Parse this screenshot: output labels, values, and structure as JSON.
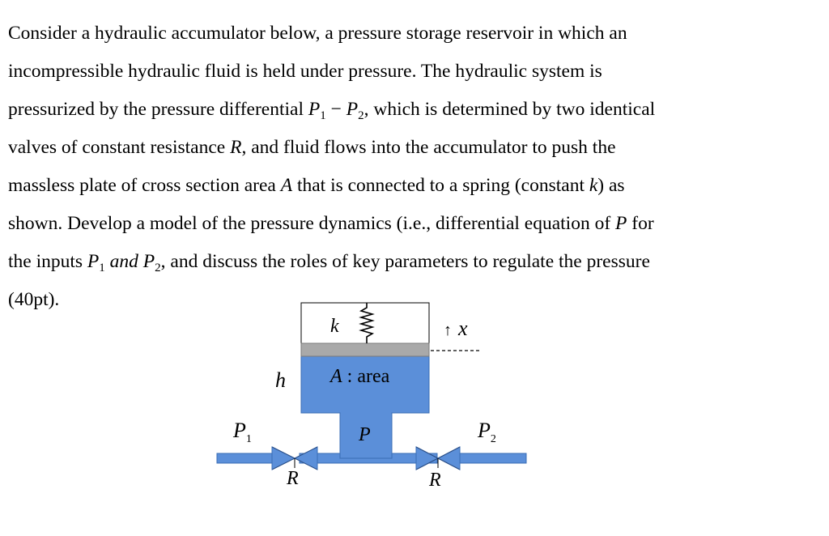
{
  "problem": {
    "lines": [
      {
        "parts": [
          {
            "t": "Consider a hydraulic accumulator below, a pressure storage reservoir in which an"
          }
        ]
      },
      {
        "parts": [
          {
            "t": "incompressible hydraulic fluid is held under pressure. The hydraulic system is"
          }
        ]
      },
      {
        "parts": [
          {
            "t": "pressurized by the pressure differential "
          },
          {
            "t": "P",
            "i": true
          },
          {
            "t": "1",
            "sub": true
          },
          {
            "t": " − "
          },
          {
            "t": "P",
            "i": true
          },
          {
            "t": "2",
            "sub": true
          },
          {
            "t": ", which is determined by two identical"
          }
        ]
      },
      {
        "parts": [
          {
            "t": "valves of constant resistance "
          },
          {
            "t": "R",
            "i": true
          },
          {
            "t": ", and fluid flows into the accumulator to push the"
          }
        ]
      },
      {
        "parts": [
          {
            "t": "massless plate of cross section area "
          },
          {
            "t": "A",
            "i": true
          },
          {
            "t": " that is connected to a spring (constant "
          },
          {
            "t": "k",
            "i": true
          },
          {
            "t": ") as"
          }
        ]
      },
      {
        "parts": [
          {
            "t": "shown. Develop a model of the pressure dynamics (i.e., differential equation of "
          },
          {
            "t": "P",
            "i": true
          },
          {
            "t": " for"
          }
        ]
      },
      {
        "parts": [
          {
            "t": "the inputs "
          },
          {
            "t": "P",
            "i": true
          },
          {
            "t": "1",
            "sub": true
          },
          {
            "t": " and ",
            "i": true
          },
          {
            "t": "P",
            "i": true
          },
          {
            "t": "2",
            "sub": true
          },
          {
            "t": ", and discuss the roles of key parameters to regulate the pressure"
          }
        ]
      },
      {
        "parts": [
          {
            "t": "(40pt)."
          }
        ]
      }
    ]
  },
  "diagram": {
    "spring_label": "k",
    "displacement_label": "x",
    "displacement_arrow": "↑",
    "height_label": "h",
    "area_label_var": "A",
    "area_label_rest": " : area",
    "pressure_label": "P",
    "inlet_label": "P",
    "inlet_sub": "1",
    "outlet_label": "P",
    "outlet_sub": "2",
    "left_valve_label": "R",
    "right_valve_label": "R",
    "colors": {
      "fluid": "#5b8fd9",
      "fluid_stroke": "#3a6db5",
      "plate": "#a9a9a9",
      "pipe": "#5b8fd9"
    }
  }
}
